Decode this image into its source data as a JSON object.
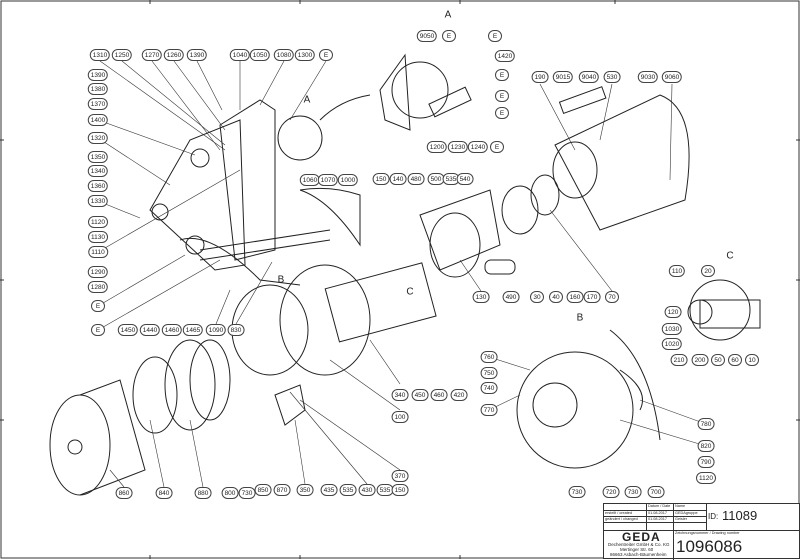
{
  "drawing": {
    "detail_letters": [
      "A",
      "A",
      "B",
      "B",
      "C",
      "C"
    ],
    "callouts": [
      "1310",
      "1250",
      "1270",
      "1260",
      "1390",
      "1040",
      "1050",
      "1080",
      "1300",
      "E",
      "1390",
      "1380",
      "1370",
      "1400",
      "1320",
      "1350",
      "1340",
      "1360",
      "1330",
      "1120",
      "1130",
      "1110",
      "1290",
      "1280",
      "E",
      "E",
      "1450",
      "1440",
      "1460",
      "1465",
      "1090",
      "830",
      "1060",
      "1070",
      "1000",
      "150",
      "140",
      "480",
      "500",
      "535",
      "540",
      "9050",
      "E",
      "E",
      "1420",
      "E",
      "E",
      "E",
      "1200",
      "1230",
      "1240",
      "E",
      "190",
      "9015",
      "9040",
      "530",
      "9030",
      "9060",
      "110",
      "20",
      "120",
      "1030",
      "1020",
      "210",
      "200",
      "50",
      "60",
      "10",
      "130",
      "490",
      "30",
      "40",
      "160",
      "170",
      "70",
      "760",
      "750",
      "740",
      "770",
      "340",
      "450",
      "460",
      "420",
      "100",
      "780",
      "820",
      "790",
      "1120",
      "730",
      "720",
      "730",
      "700",
      "860",
      "840",
      "880",
      "800",
      "730",
      "850",
      "870",
      "350",
      "435",
      "535",
      "430",
      "535",
      "370",
      "150"
    ]
  },
  "title_block": {
    "date_header": "Datum / Date",
    "name_header": "Name",
    "created_label": "erstellt / created",
    "created_date": "01.08.2017",
    "created_name": "GEDAgruppe",
    "changed_label": "geändert / changed",
    "changed_date": "01.08.2017",
    "changed_name": "Geisler",
    "id_label": "ID:",
    "id_value": "11089",
    "logo": "GEDA",
    "company": "Dechentreiter GmbH & Co. KG",
    "street": "Mertinger Str. 60",
    "city": "86663 Asbach-Bäumenheim",
    "drawing_number_label": "Zeichnungsnummer / Drawing number",
    "drawing_number": "1096086"
  }
}
